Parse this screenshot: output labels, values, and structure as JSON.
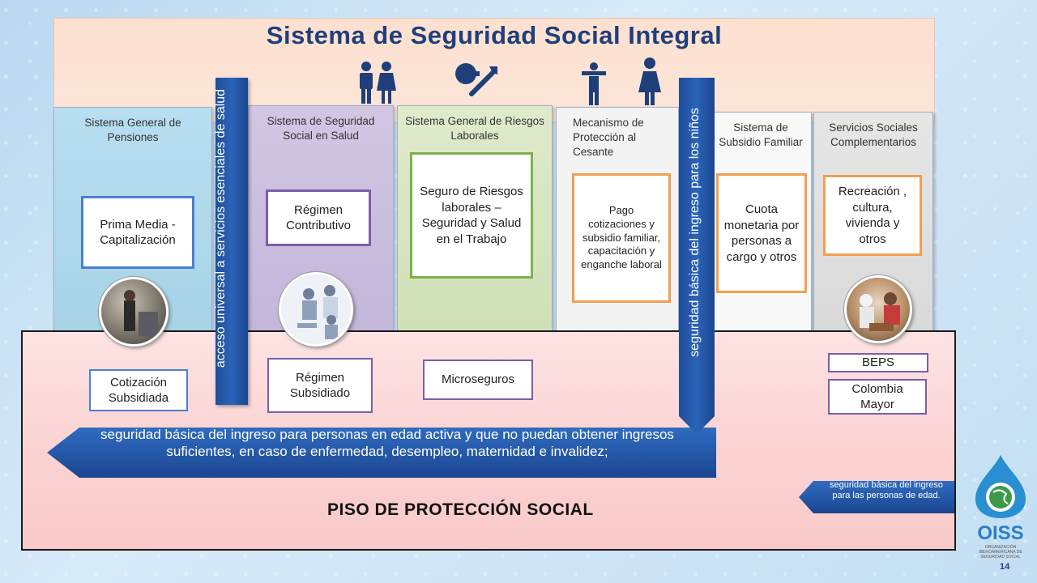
{
  "title": "Sistema de Seguridad Social Integral",
  "pillars": [
    {
      "label": "Sistema General de Pensiones",
      "box": "Prima Media - Capitalización"
    },
    {
      "label": "Sistema de Seguridad Social en Salud",
      "box": "Régimen Contributivo"
    },
    {
      "label": "Sistema General de Riesgos Laborales",
      "box": "Seguro de Riesgos laborales – Seguridad y Salud en el Trabajo"
    },
    {
      "label": "Mecanismo de Protección al Cesante",
      "box": "Pago cotizaciones y subsidio familiar, capacitación y enganche laboral"
    },
    {
      "label": "Sistema de Subsidio Familiar",
      "box": "Cuota monetaria por personas a cargo y otros"
    },
    {
      "label": "Servicios Sociales Complementarios",
      "box": "Recreación , cultura, vivienda y otros"
    }
  ],
  "floor": {
    "title": "PISO DE PROTECCIÓN SOCIAL",
    "boxes": {
      "cotizacion": "Cotización Subsidiada",
      "subsidiado": "Régimen Subsidiado",
      "microseguros": "Microseguros",
      "beps": "BEPS",
      "colombia_mayor": "Colombia Mayor"
    }
  },
  "bars": {
    "salud": "acceso universal a servicios esenciales de salud",
    "ninos": "seguridad básica del ingreso para los niños"
  },
  "banners": {
    "activa": "seguridad básica del ingreso para personas en edad activa y que no puedan obtener ingresos suficientes, en caso de enfermedad, desempleo, maternidad e invalidez;",
    "edad": "seguridad básica del ingreso para las personas de edad."
  },
  "logo": {
    "name": "OISS",
    "subtitle": "ORGANIZACIÓN IBEROAMERICANA DE SEGURIDAD SOCIAL"
  },
  "page_number": "14",
  "colors": {
    "title": "#1f3f7a",
    "bar_blue": "#2a63b8",
    "pensiones": "#b3dbe9",
    "salud": "#cbc0de",
    "riesgos": "#d8e6c2",
    "cesante": "#f2f2f2",
    "subsidio": "#f7f7f7",
    "servicios": "#e0e0e0",
    "floor": "#fbd2d2"
  }
}
